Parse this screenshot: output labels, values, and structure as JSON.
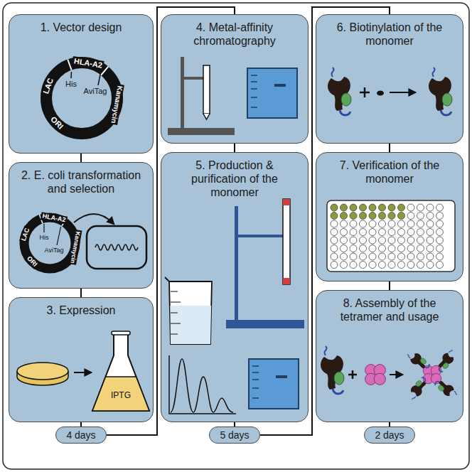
{
  "diagram": {
    "nodes": [
      {
        "text": [
          "1. Vector design"
        ]
      },
      {
        "text": [
          "2. E. coli transformation and selection"
        ]
      },
      {
        "text": [
          "3. Expression"
        ]
      },
      {
        "text": [
          "4 days"
        ]
      },
      {
        "text": [
          "4. Metal-affinity chromatography"
        ]
      },
      {
        "text": [
          "5. Production & purification of the monomer"
        ]
      },
      {
        "text": [
          "5 days"
        ]
      },
      {
        "text": [
          "6. Biotinylation of the monomer"
        ]
      },
      {
        "text": [
          "7. Verification of the monomer"
        ]
      },
      {
        "text": [
          "8. Assembly of the tetramer and usage"
        ]
      },
      {
        "text": [
          "2 days"
        ]
      }
    ],
    "edges": [
      {
        "from": 0,
        "to": 1,
        "arrow": "none"
      },
      {
        "from": 1,
        "to": 2,
        "arrow": "none"
      },
      {
        "from": 2,
        "to": 3,
        "arrow": "none"
      },
      {
        "from": 3,
        "to": 4,
        "arrow": "none"
      },
      {
        "from": 4,
        "to": 5,
        "arrow": "none"
      },
      {
        "from": 5,
        "to": 6,
        "arrow": "none"
      },
      {
        "from": 6,
        "to": 7,
        "arrow": "none"
      },
      {
        "from": 7,
        "to": 8,
        "arrow": "none"
      },
      {
        "from": 8,
        "to": 9,
        "arrow": "none"
      },
      {
        "from": 9,
        "to": 10,
        "arrow": "none"
      }
    ],
    "labels": [
      "HLA-A2",
      "His",
      "AviTag",
      "Kanamycin",
      "ORI",
      "LAC",
      "HLA-A2",
      "His",
      "AviTag",
      "Kanamycin",
      "ORI",
      "LAC",
      "IPTG"
    ]
  }
}
